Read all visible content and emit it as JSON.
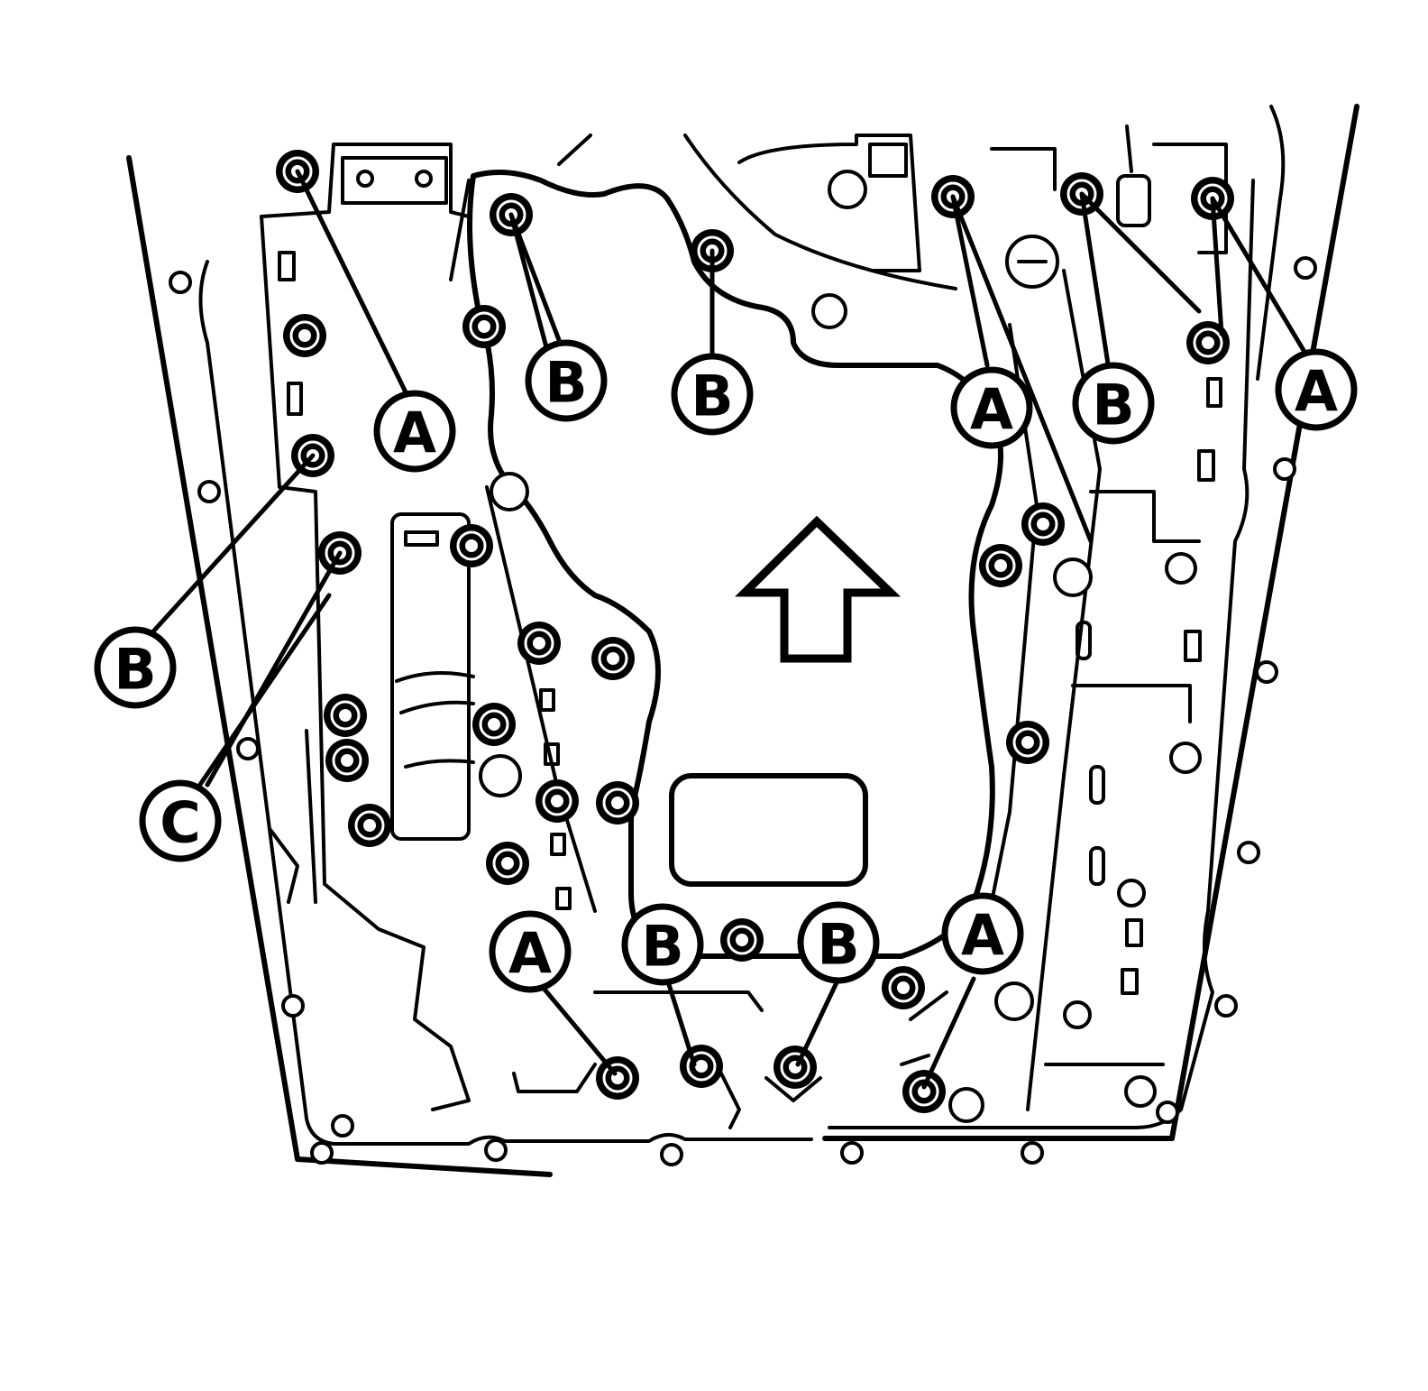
{
  "diagram": {
    "callouts": [
      {
        "id": "a1",
        "label": "A"
      },
      {
        "id": "b1",
        "label": "B"
      },
      {
        "id": "b2",
        "label": "B"
      },
      {
        "id": "a2",
        "label": "A"
      },
      {
        "id": "b3",
        "label": "B"
      },
      {
        "id": "a3",
        "label": "A"
      },
      {
        "id": "b4",
        "label": "B"
      },
      {
        "id": "c1",
        "label": "C"
      },
      {
        "id": "a4",
        "label": "A"
      },
      {
        "id": "b5",
        "label": "B"
      },
      {
        "id": "b6",
        "label": "B"
      },
      {
        "id": "a5",
        "label": "A"
      }
    ],
    "colors": {
      "line": "#000000",
      "background": "#ffffff"
    },
    "icons": {
      "direction_arrow": "up-arrow-icon",
      "bolt": "bolt-icon"
    }
  }
}
